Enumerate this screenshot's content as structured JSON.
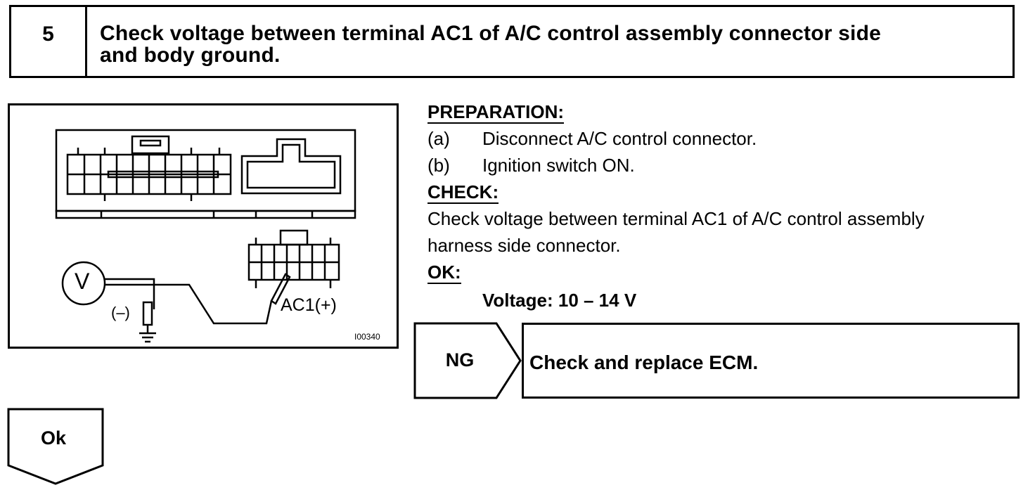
{
  "step": {
    "number": "5",
    "title_line1": "Check voltage between terminal AC1 of A/C control assembly connector side",
    "title_line2": "and body ground."
  },
  "figure": {
    "meter_symbol": "V",
    "neg_label": "(–)",
    "terminal_label": "AC1(+)",
    "figure_id": "I00340",
    "icons": [
      "connector-icon",
      "voltmeter-icon",
      "ground-icon",
      "probe-icon"
    ]
  },
  "preparation": {
    "heading": "PREPARATION:",
    "steps": [
      {
        "index": "(a)",
        "text": "Disconnect A/C control connector."
      },
      {
        "index": "(b)",
        "text": "Ignition switch ON."
      }
    ]
  },
  "check": {
    "heading": "CHECK:",
    "line1": "Check voltage between terminal AC1 of A/C control assembly",
    "line2": "harness side connector."
  },
  "ok": {
    "heading": "OK:",
    "voltage": "Voltage: 10 – 14 V"
  },
  "ng": {
    "label": "NG",
    "result": "Check and replace ECM."
  },
  "next": {
    "label": "Ok"
  }
}
